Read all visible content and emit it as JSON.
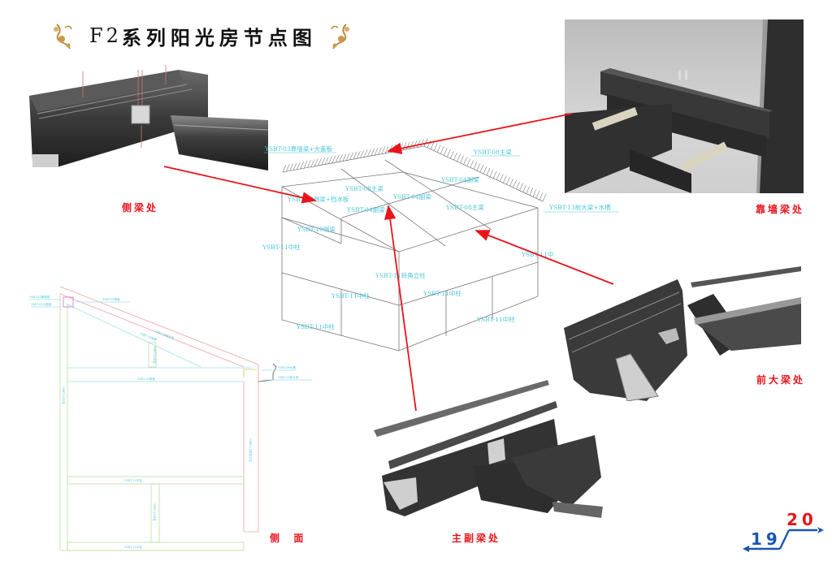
{
  "title": {
    "prefix": "F2",
    "main": "系列阳光房节点图",
    "ornament": "floral-ornament-icon"
  },
  "node_labels": {
    "side_beam": "侧梁处",
    "wall_beam": "靠墙梁处",
    "front_beam": "前大梁处",
    "main_sub_beam": "主副梁处",
    "side_elevation": "侧  面"
  },
  "isometric_labels": {
    "wall_beam_cover": "YSBT-03靠墙梁+大盖板",
    "main_beam_top": "YSBT-08主梁",
    "main_beam_mid": "YSBT-08主梁",
    "main_beam_front": "YSBT-08主梁",
    "sub_beam_a": "YSBT-04副梁",
    "sub_beam_b": "YSBT-04副梁",
    "sub_beam_c": "YSBT-04副梁",
    "side_beam_flashing": "YSBT-10侧梁+挡水板",
    "side_beam": "YSBT-10侧梁",
    "front_beam_gutter": "YSBT-13前大梁+水槽",
    "mid_post_left": "YSBT-11中柱",
    "mid_post_right_top": "YSBT-11中",
    "corner_post": "YSBT-11转角立柱",
    "mid_post_a": "YSBT-11中柱",
    "mid_post_b": "YSBT-11中柱",
    "mid_post_c": "YSBT-11中柱",
    "mid_post_d": "YSBT-11中柱"
  },
  "side_elevation_labels": {
    "wall_beam": "YSBT-03靠墙梁",
    "cover_plate": "YSBT-02大盖板",
    "side_beam_top": "YSBT-05侧板",
    "flashing": "YSBT-10挡水板",
    "side_beam": "YSBT-10侧梁",
    "short_post": "YSBT-11中柱",
    "cross_beam": "YSBT-10侧梁",
    "gutter": "YSBT-06水槽",
    "front_beam": "YSBT-13前大梁",
    "left_post": "YSBT-11中柱",
    "right_post": "YSBT-11转角立柱",
    "mid_rail": "YSBT-11中柱",
    "mid_post": "YSBT-11中柱",
    "bottom_rail": "YSBT-11中柱"
  },
  "page_numbers": {
    "previous": "19",
    "next": "20"
  },
  "colors": {
    "accent_red": "#e8141c",
    "cad_cyan": "#4cc7d8",
    "cad_green": "#b9dea0",
    "cad_pink": "#f2a0a0",
    "cad_magenta": "#d070c8",
    "page_blue": "#1a56b0"
  }
}
